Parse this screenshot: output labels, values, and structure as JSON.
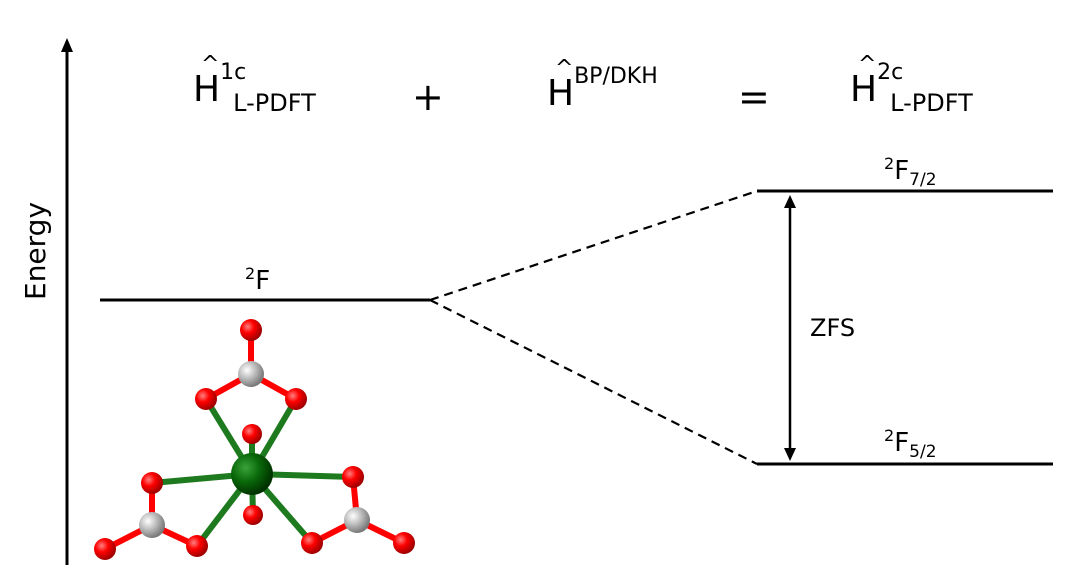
{
  "axis": {
    "label": "Energy"
  },
  "equation": {
    "term1": {
      "base": "H",
      "hat": "^",
      "sup": "1c",
      "sub": "L-PDFT"
    },
    "plus": "+",
    "term2": {
      "base": "H",
      "hat": "^",
      "sup": "BP/DKH"
    },
    "equals": "=",
    "term3": {
      "base": "H",
      "hat": "^",
      "sup": "2c",
      "sub": "L-PDFT"
    }
  },
  "levels": {
    "left": {
      "sup": "2",
      "base": "F",
      "sub": ""
    },
    "upper": {
      "sup": "2",
      "base": "F",
      "sub": "7/2"
    },
    "lower": {
      "sup": "2",
      "base": "F",
      "sub": "5/2"
    }
  },
  "splitting_label": "ZFS",
  "colors": {
    "line": "#000000",
    "oxygen": "#ff0000",
    "carbon": "#b0b0b0",
    "metal": "#0a5a0a"
  }
}
